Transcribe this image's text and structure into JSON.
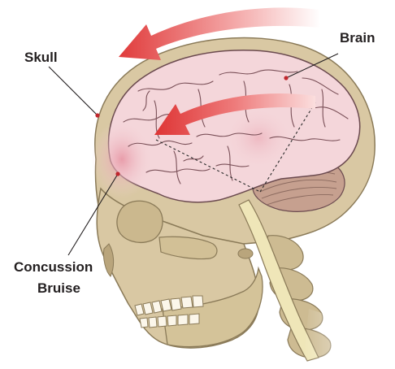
{
  "labels": {
    "skull": "Skull",
    "brain": "Brain",
    "concussion": "Concussion",
    "bruise": "Bruise"
  },
  "colors": {
    "skull_fill": "#d9c8a3",
    "skull_stroke": "#8a7a58",
    "brain_fill": "#f4d6da",
    "brain_stroke": "#6b4a4f",
    "bruise": "#e8a8b2",
    "arrow_red": "#e03b3b",
    "spine_fill": "#efe6b8",
    "label_text": "#231f20",
    "pointer_dot": "#c0262d"
  },
  "icons": {
    "outer_arrow": "red-curved-arrow-left",
    "inner_arrow": "red-curved-arrow-left"
  }
}
